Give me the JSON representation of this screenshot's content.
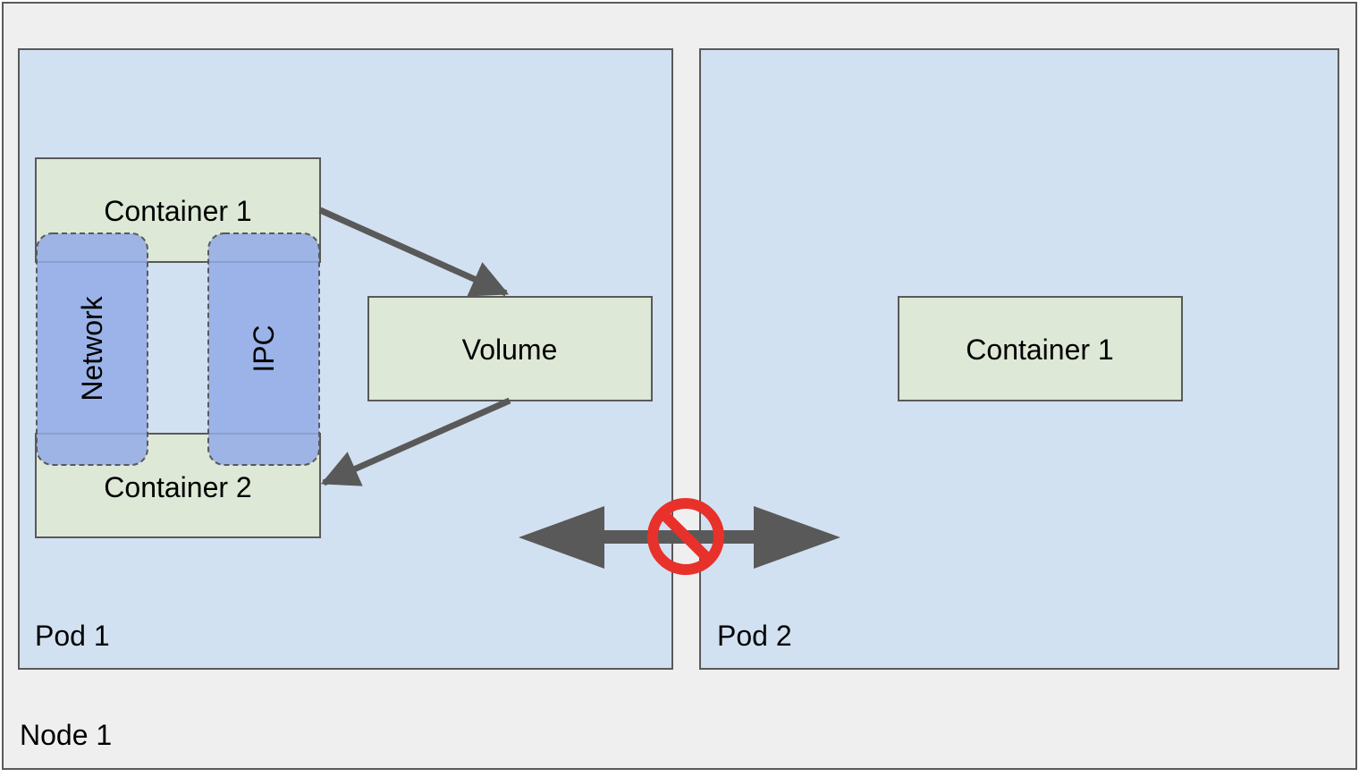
{
  "node": {
    "label": "Node 1",
    "fill": "#efefef",
    "stroke": "#595959"
  },
  "pod1": {
    "label": "Pod 1",
    "fill": "#d2e1f1",
    "stroke": "#595959",
    "container1_label": "Container 1",
    "container2_label": "Container 2",
    "volume_label": "Volume"
  },
  "pod2": {
    "label": "Pod 2",
    "fill": "#d2e1f1",
    "stroke": "#595959",
    "container1_label": "Container 1"
  },
  "namespaces": {
    "network_label": "Network",
    "ipc_label": "IPC",
    "fill": "#92aae6",
    "stroke": "#595959"
  },
  "container_fill": "#dde8d6",
  "arrow_color": "#595959",
  "prohibited_icon": {
    "name": "no-entry-icon",
    "color": "#e8312a"
  }
}
